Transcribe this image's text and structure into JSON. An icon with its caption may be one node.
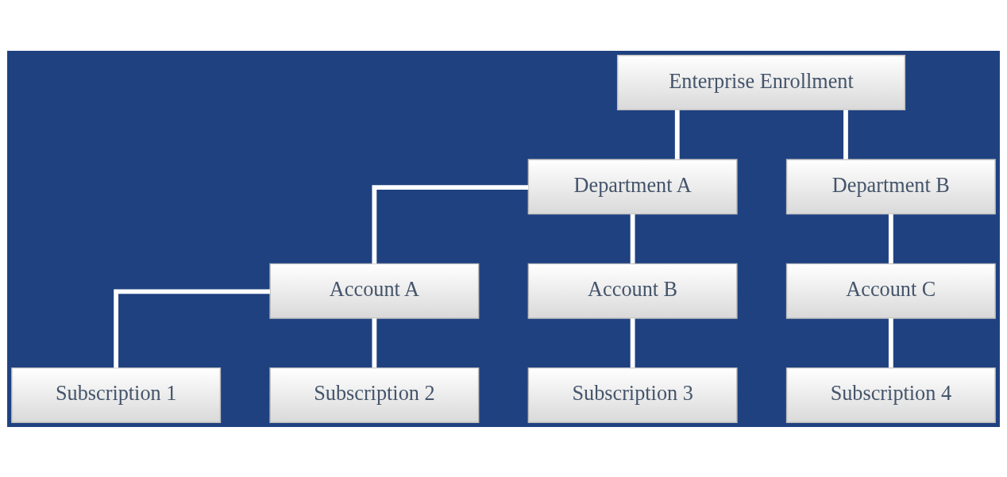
{
  "diagram": {
    "nodes": [
      {
        "text": [
          "Enterprise Enrollment"
        ]
      },
      {
        "text": [
          "Department A"
        ]
      },
      {
        "text": [
          "Department B"
        ]
      },
      {
        "text": [
          "Account A"
        ]
      },
      {
        "text": [
          "Account B"
        ]
      },
      {
        "text": [
          "Account C"
        ]
      },
      {
        "text": [
          "Subscription 1"
        ]
      },
      {
        "text": [
          "Subscription 2"
        ]
      },
      {
        "text": [
          "Subscription 3"
        ]
      },
      {
        "text": [
          "Subscription 4"
        ]
      }
    ],
    "edges": [
      {
        "from": 0,
        "to": 1,
        "arrow": "none"
      },
      {
        "from": 0,
        "to": 2,
        "arrow": "none"
      },
      {
        "from": 1,
        "to": 3,
        "arrow": "none"
      },
      {
        "from": 1,
        "to": 4,
        "arrow": "none"
      },
      {
        "from": 2,
        "to": 5,
        "arrow": "none"
      },
      {
        "from": 3,
        "to": 6,
        "arrow": "none"
      },
      {
        "from": 3,
        "to": 7,
        "arrow": "none"
      },
      {
        "from": 4,
        "to": 8,
        "arrow": "none"
      },
      {
        "from": 5,
        "to": 9,
        "arrow": "none"
      }
    ]
  }
}
